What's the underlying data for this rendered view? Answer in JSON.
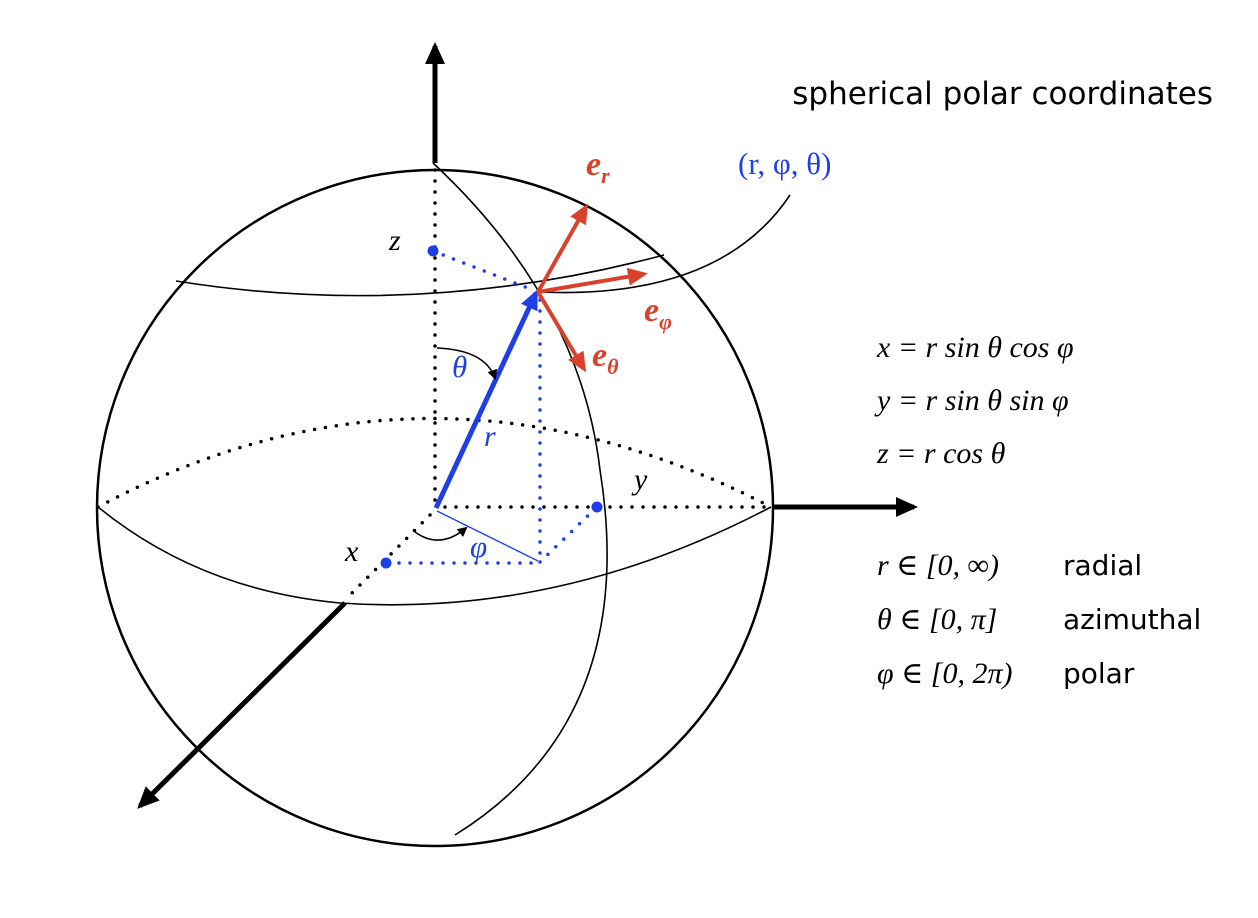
{
  "title": "spherical polar coordinates",
  "colors": {
    "ink": "#000000",
    "blue": "#1f3fe6",
    "red": "#d9412b"
  },
  "labels": {
    "point": "(r, φ, θ)",
    "e_r_base": "e",
    "e_r_sub": "r",
    "e_phi_base": "e",
    "e_phi_sub": "φ",
    "e_theta_base": "e",
    "e_theta_sub": "θ",
    "theta": "θ",
    "phi": "φ",
    "r": "r",
    "x": "x",
    "y": "y",
    "z": "z"
  },
  "equations": [
    "x = r sin θ cos φ",
    "y = r sin θ sin φ",
    "z = r cos θ"
  ],
  "ranges": [
    {
      "expr": "r ∈ [0, ∞)",
      "name": "radial"
    },
    {
      "expr": "θ ∈ [0, π]",
      "name": "azimuthal"
    },
    {
      "expr": "φ ∈ [0, 2π)",
      "name": "polar"
    }
  ]
}
